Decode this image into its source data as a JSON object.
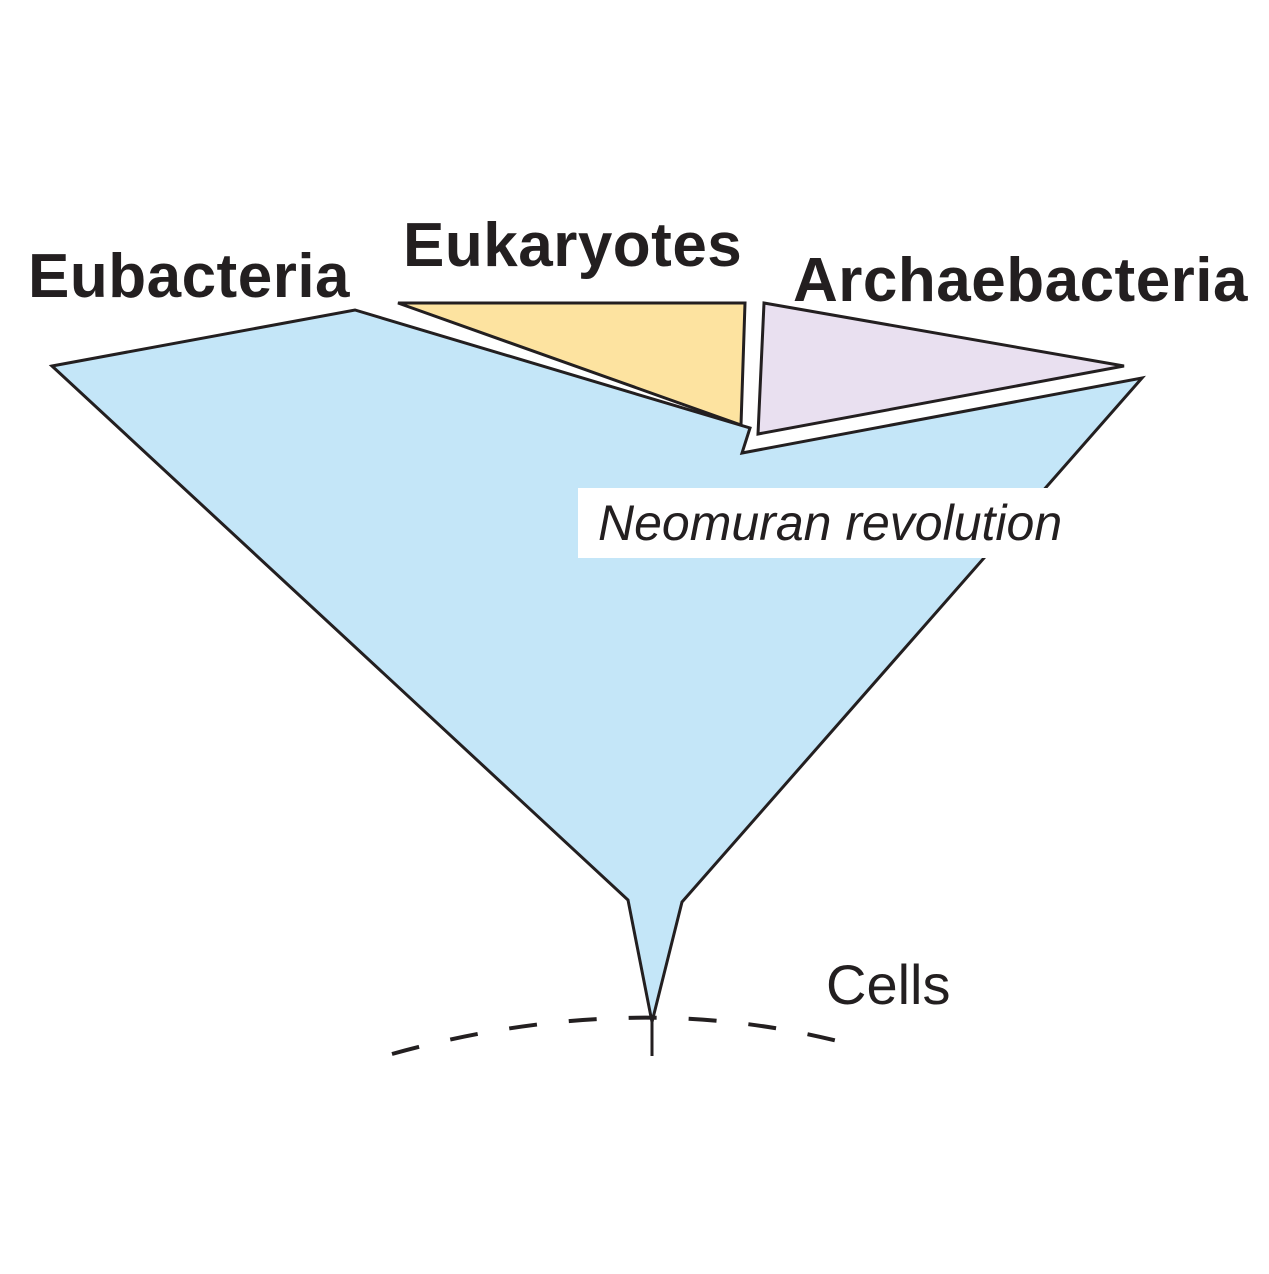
{
  "labels": {
    "eubacteria": "Eubacteria",
    "eukaryotes": "Eukaryotes",
    "archaebacteria": "Archaebacteria",
    "neomuran_revolution": "Neomuran revolution",
    "cells": "Cells"
  },
  "colors": {
    "eubacteria_fill": "#c4e6f8",
    "eukaryotes_fill": "#fde3a0",
    "archaebacteria_fill": "#e9e0f0",
    "outline": "#231f20"
  }
}
